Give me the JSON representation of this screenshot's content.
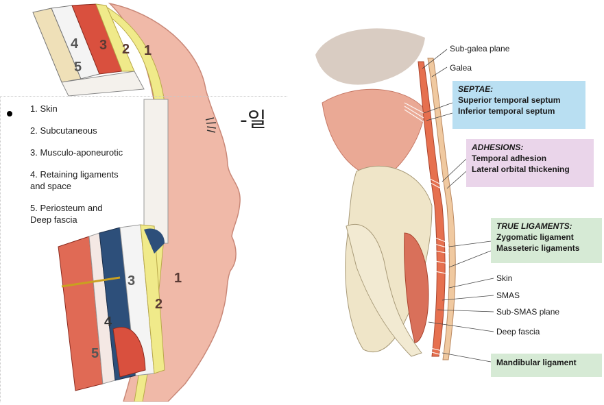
{
  "left": {
    "layers": [
      {
        "num": "1.",
        "text": "Skin"
      },
      {
        "num": "2.",
        "text": "Subcutaneous"
      },
      {
        "num": "3.",
        "text": "Musculo-aponeurotic"
      },
      {
        "num": "4.",
        "text": "Retaining ligaments and space"
      },
      {
        "num": "5.",
        "text": "Periosteum and Deep fascia"
      }
    ],
    "figure_numbers_top": [
      "1",
      "2",
      "3",
      "4",
      "5"
    ],
    "figure_numbers_bottom": [
      "1",
      "2",
      "3",
      "4",
      "5"
    ],
    "korean_text": "-일"
  },
  "right": {
    "labels": {
      "sub_galea": "Sub-galea plane",
      "galea": "Galea",
      "skin": "Skin",
      "smas": "SMAS",
      "sub_smas": "Sub-SMAS plane",
      "deep_fascia": "Deep fascia"
    },
    "septae": {
      "header": "SEPTAE:",
      "items": [
        "Superior temporal septum",
        "Inferior temporal septum"
      ]
    },
    "adhesions": {
      "header": "ADHESIONS:",
      "items": [
        "Temporal adhesion",
        "Lateral orbital thickening"
      ]
    },
    "true_ligaments": {
      "header": "TRUE LIGAMENTS:",
      "items": [
        "Zygomatic ligament",
        "Masseteric ligaments"
      ]
    },
    "mandibular": "Mandibular ligament"
  },
  "colors": {
    "skin": "#f0b9a8",
    "subcutaneous_fat": "#f0ea8a",
    "muscle": "#d9503e",
    "fascia_blue": "#2d4f7a",
    "bone": "#efe5c8",
    "septae_box": "#b9dff2",
    "adhesions_box": "#ead5ea",
    "ligaments_box": "#d6ead5"
  }
}
